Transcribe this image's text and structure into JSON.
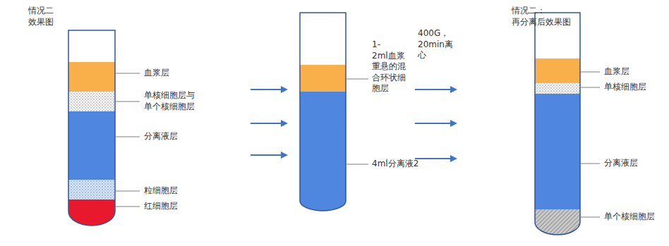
{
  "diagram": {
    "labels": [
      "情况二 效果图",
      "血浆层",
      "单核细胞层与 单个核细胞层",
      "分离液层",
      "粒细胞层",
      "红细胞层",
      "1-2ml血浆 重悬的混 合环状细 胞层",
      "4ml分离液2",
      "400G， 20min离 心",
      "情况二：再分离后效果图",
      "血浆层",
      "单核细胞层",
      "分离液层",
      "单个核细胞层"
    ]
  }
}
